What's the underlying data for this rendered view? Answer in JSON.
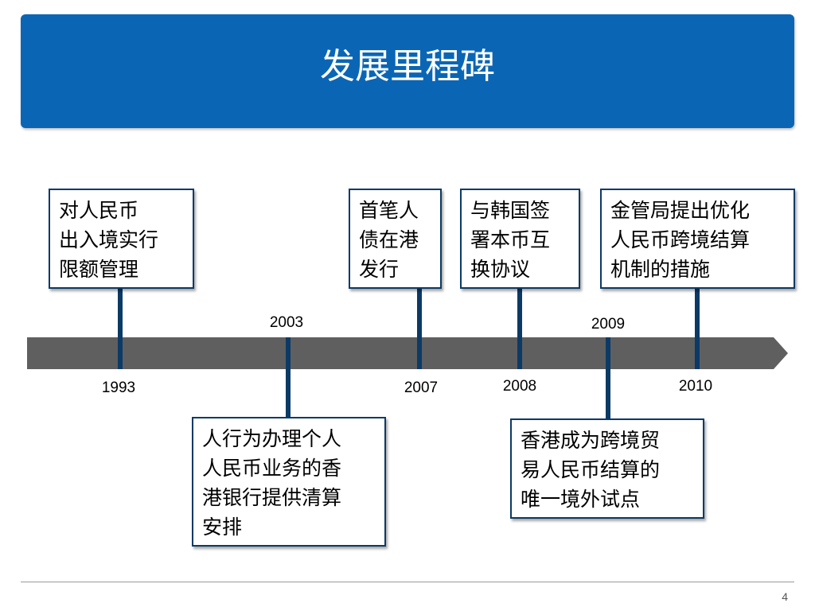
{
  "slide": {
    "title": "发展里程碑",
    "page_number": "4",
    "colors": {
      "title_bar": "#0a66b5",
      "timeline": "#5f5f5f",
      "connector": "#0b3a66"
    }
  },
  "events": [
    {
      "year": "1993",
      "lines": [
        "对人民币",
        "出入境实行",
        "限额管理"
      ]
    },
    {
      "year": "2003",
      "lines": [
        "人行为办理个人",
        "人民币业务的香",
        "港银行提供清算",
        "安排"
      ]
    },
    {
      "year": "2007",
      "lines": [
        "首笔人",
        "债在港",
        "发行"
      ]
    },
    {
      "year": "2008",
      "lines": [
        "与韩国签",
        "署本币互",
        "换协议"
      ]
    },
    {
      "year": "2009",
      "lines": [
        "香港成为跨境贸",
        "易人民币结算的",
        "唯一境外试点"
      ]
    },
    {
      "year": "2010",
      "lines": [
        "金管局提出优化",
        "人民币跨境结算",
        "机制的措施"
      ]
    }
  ]
}
